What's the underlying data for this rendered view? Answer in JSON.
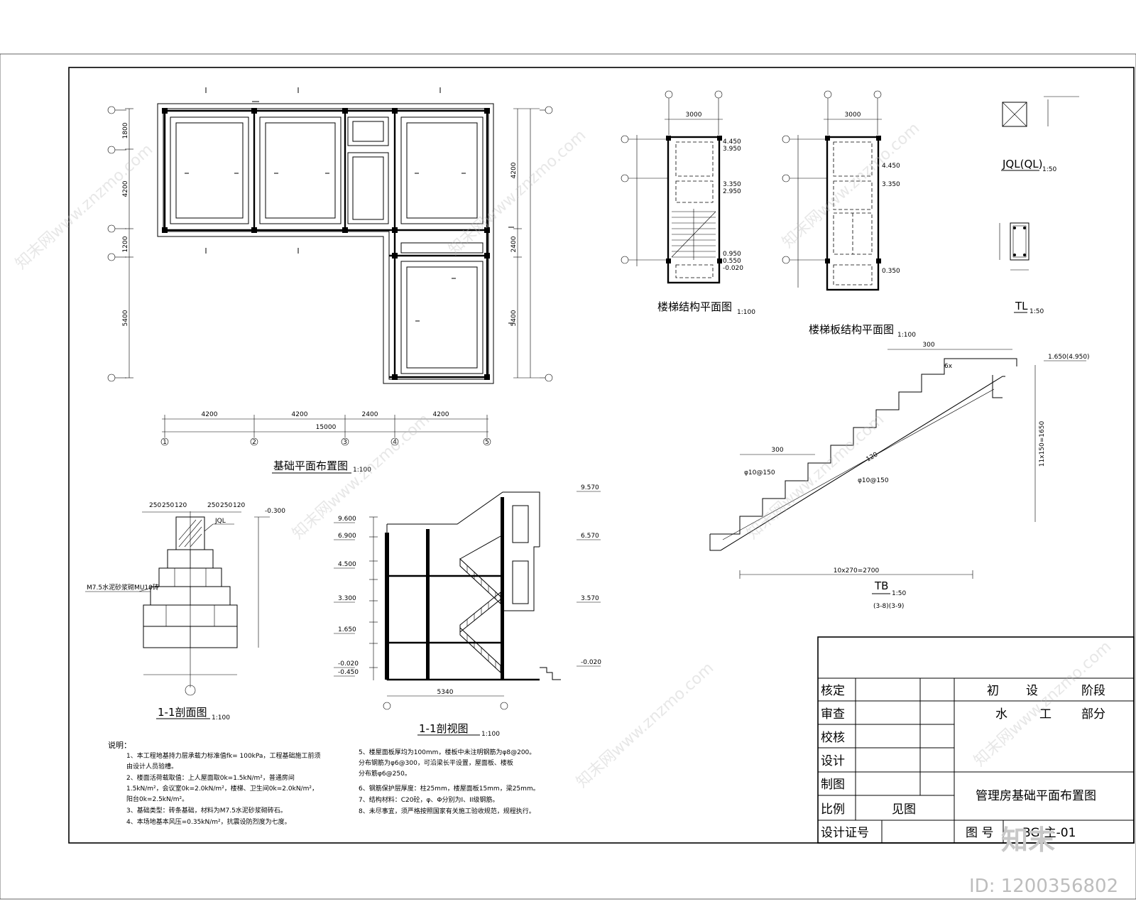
{
  "titles": {
    "foundation_plan": "基础平面布置图",
    "foundation_plan_scale": "1:100",
    "stair_plan": "楼梯结构平面图",
    "stair_plan_scale": "1:100",
    "landing_plan": "楼梯板结构平面图",
    "landing_plan_scale": "1:100",
    "footing_section": "1-1剖面图",
    "footing_section_scale": "1:100",
    "building_section": "1-1剖视图",
    "building_section_scale": "1:100",
    "jql_label": "JQL(QL)",
    "jql_scale": "1:50",
    "tl_label": "TL",
    "tl_scale": "1:50",
    "tb_label": "TB",
    "tb_scale": "1:50"
  },
  "foundation": {
    "bottom_dims": [
      "4200",
      "4200",
      "2400",
      "4200"
    ],
    "total": "15000",
    "axes": [
      "1",
      "2",
      "3",
      "4",
      "5"
    ],
    "left_dims": [
      "1800",
      "4200",
      "1200",
      "5400"
    ],
    "right_dims": [
      "4200",
      "2400",
      "5400"
    ]
  },
  "stair": {
    "width_dim": "3000",
    "levels_a": [
      "4.450",
      "3.950",
      "3.350",
      "2.950",
      "0.950",
      "0.550",
      "-0.020"
    ],
    "levels_b": [
      "4.450",
      "3.350",
      "0.350"
    ]
  },
  "footing": {
    "top_level": "-0.300",
    "labels": [
      "JQL",
      "M7.5水泥砂浆砌MU10砖"
    ],
    "dims": [
      "250",
      "250",
      "120",
      "250",
      "250",
      "120"
    ]
  },
  "section": {
    "levels_left": [
      "9.600",
      "6.900",
      "4.500",
      "3.300",
      "1.650",
      "-0.020",
      "-0.450"
    ],
    "levels_right": [
      "9.570",
      "6.570",
      "3.570",
      "-0.020"
    ],
    "width": "5340"
  },
  "tb": {
    "top_dim": "300",
    "step_note": "6x",
    "level": "1.650(4.950)",
    "rebar_a": "φ10@150",
    "rebar_b": "φ10@150",
    "thickness": "120",
    "mid_dim": "300",
    "bottom_dim": "10x270=2700",
    "height_dim": "11x150=1650",
    "note": "(3-8)(3-9)"
  },
  "notes": {
    "heading": "说明：",
    "left": [
      "1、本工程地基持力层承载力标准值fk= 100kPa，工程基础施工前须",
      "   由设计人员验槽。",
      "2、楼面活荷载取值：上人屋面取0k=1.5kN/m²，普通房间",
      "   1.5kN/m²，会议室0k=2.0kN/m²，楼梯、卫生间0k=2.0kN/m²，",
      "   阳台0k=2.5kN/m²。",
      "3、基础类型：砖条基础，材料为M7.5水泥砂浆砌砖石。",
      "4、本场地基本风压=0.35kN/m²，抗震设防烈度为七度。"
    ],
    "right": [
      "5、楼屋面板厚均为100mm，楼板中未注明钢筋为φ8@200。",
      "   分布钢筋为φ6@300，可沿梁长平设置，屋面板、楼板",
      "   分布筋φ6@250。",
      "6、钢筋保护层厚度：柱25mm，楼屋面板15mm，梁25mm。",
      "7、结构材料：C20砼，φ、Φ分别为I、II级钢筋。",
      "8、未尽事宜，须严格按照国家有关施工验收规范，规程执行。"
    ]
  },
  "titleblock": {
    "rows": [
      "核定",
      "审查",
      "校核",
      "设计",
      "制图",
      "比例",
      "设计证号"
    ],
    "stage": [
      "初",
      "设",
      "阶段"
    ],
    "part": [
      "水",
      "工",
      "部分"
    ],
    "scale_value": "见图",
    "drawing_name": "管理房基础平面布置图",
    "drawing_no_label": "图  号",
    "drawing_no": "BG-主-01"
  },
  "watermark": {
    "text": "知末网www.znzmo.com",
    "logo": "知末",
    "id": "ID: 1200356802"
  }
}
